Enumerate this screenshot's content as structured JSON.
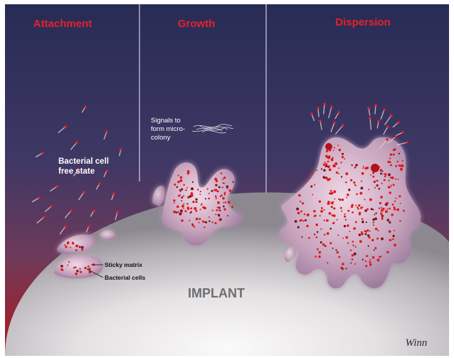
{
  "panels": {
    "attachment": "Attachment",
    "growth": "Growth",
    "dispersion": "Dispersion"
  },
  "labels": {
    "free_state": [
      "Bacterial cell",
      "free state"
    ],
    "signals": [
      "Signals to",
      "form micro-",
      "colony"
    ],
    "sticky_matrix": "Sticky matrix",
    "bacterial_cells": "Bacterial cells",
    "implant": "IMPLANT",
    "signature": "Winn"
  },
  "colors": {
    "sky_top": "#2a2f56",
    "sky_mid": "#4a3a66",
    "sky_bottom": "#a41a2a",
    "title_red": "#e8202a",
    "implant_light": "#f2f0f0",
    "implant_dark": "#8e8a90",
    "biofilm": "#c9a8c0",
    "cell_red": "#e01818"
  }
}
